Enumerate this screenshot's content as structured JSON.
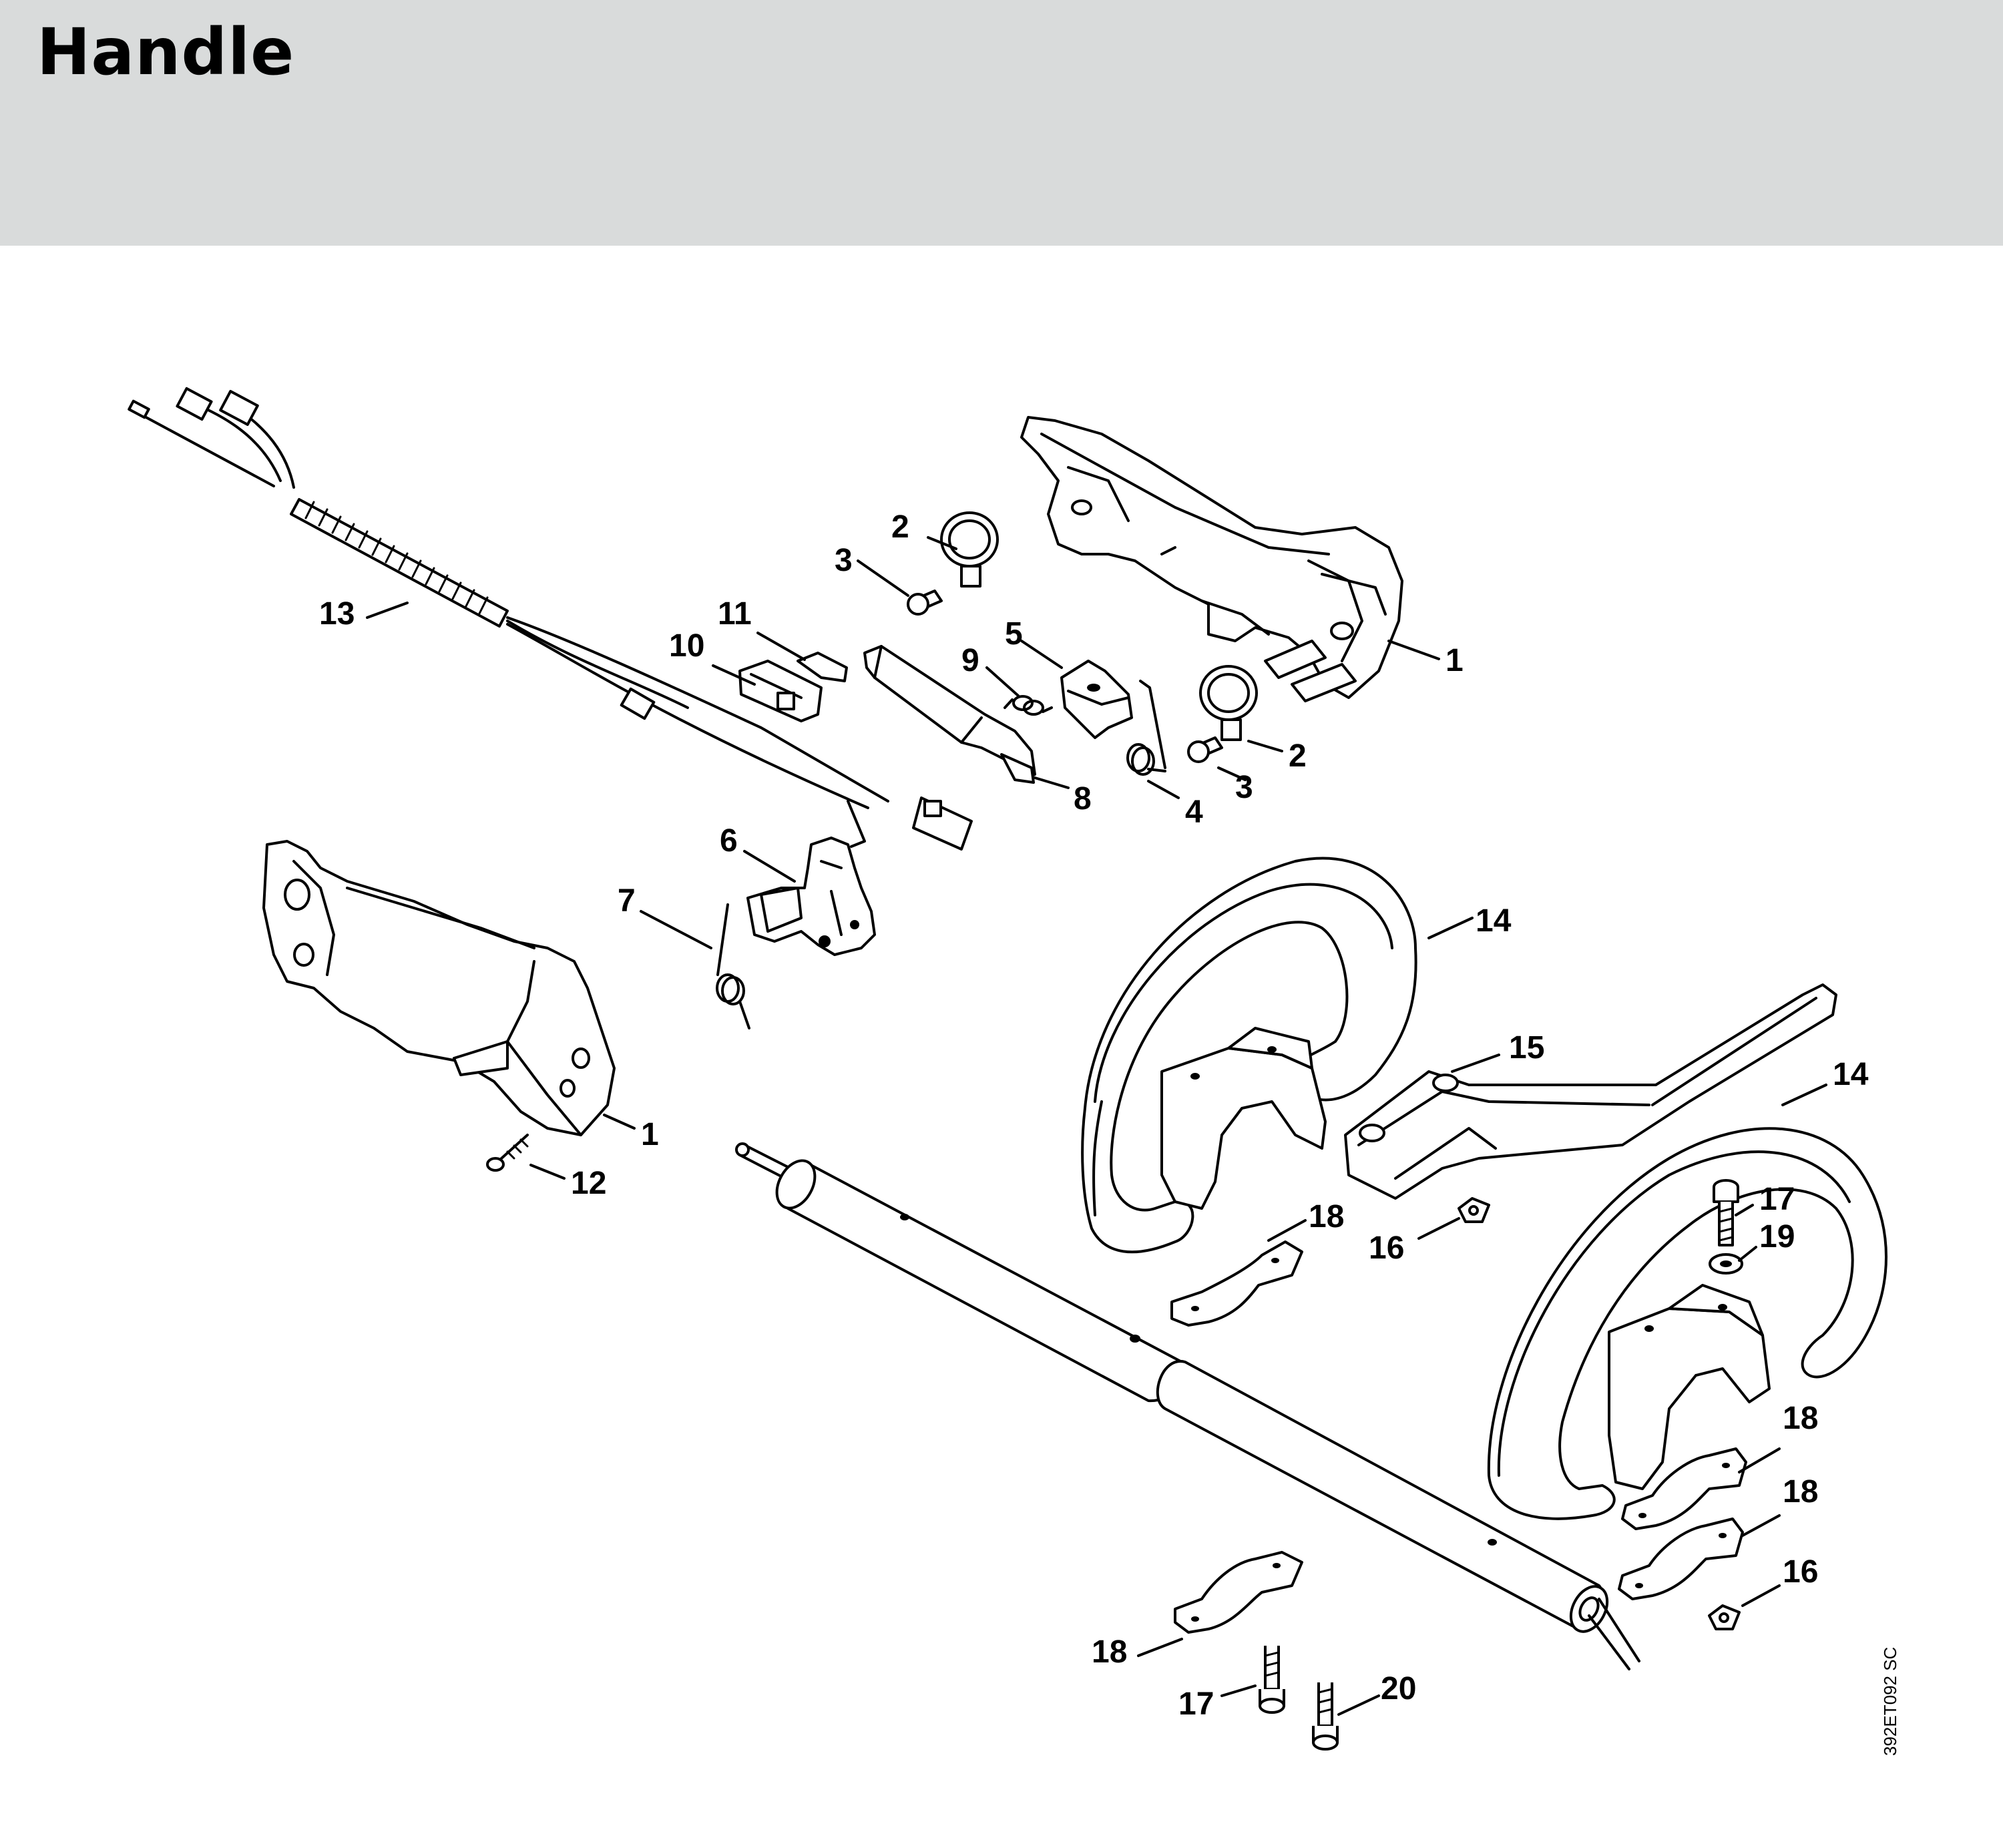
{
  "header": {
    "title": "Handle"
  },
  "figure": {
    "reference_code": "392ET092 SC",
    "callouts": [
      "1",
      "1",
      "2",
      "2",
      "3",
      "3",
      "4",
      "5",
      "6",
      "7",
      "8",
      "9",
      "10",
      "11",
      "12",
      "13",
      "14",
      "14",
      "15",
      "16",
      "16",
      "17",
      "17",
      "18",
      "18",
      "18",
      "18",
      "19",
      "20"
    ]
  }
}
